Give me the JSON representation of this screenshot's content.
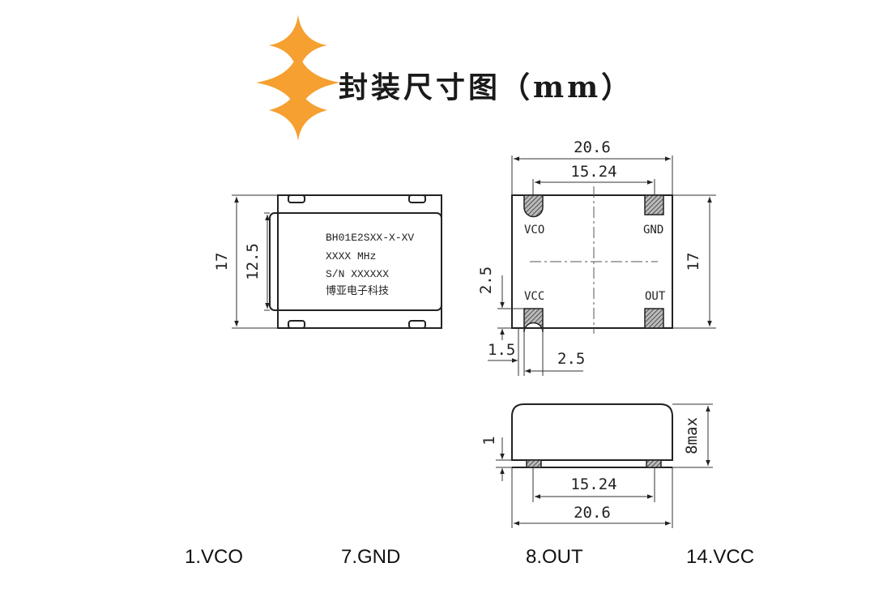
{
  "title": "封装尺寸图（mm）",
  "colors": {
    "star": "#F5A030",
    "line": "#222222",
    "pad": "#555555"
  },
  "top_view": {
    "height_outer": "17",
    "height_label": "12.5",
    "marking": [
      "BH01E2SXX-X-XV",
      "XXXX MHz",
      "S/N  XXXXXX",
      "博亚电子科技"
    ]
  },
  "bottom_view": {
    "width_outer": "20.6",
    "width_pins": "15.24",
    "height": "17",
    "pin_height": "2.5",
    "pin_gap": "1.5",
    "pin_width": "2.5",
    "pins": {
      "tl": "VCO",
      "tr": "GND",
      "bl": "VCC",
      "br": "OUT"
    }
  },
  "side_view": {
    "standoff": "1",
    "height_max": "8max",
    "width_pins": "15.24",
    "width_outer": "20.6"
  },
  "pin_legend": [
    "1.VCO",
    "7.GND",
    "8.OUT",
    "14.VCC"
  ]
}
